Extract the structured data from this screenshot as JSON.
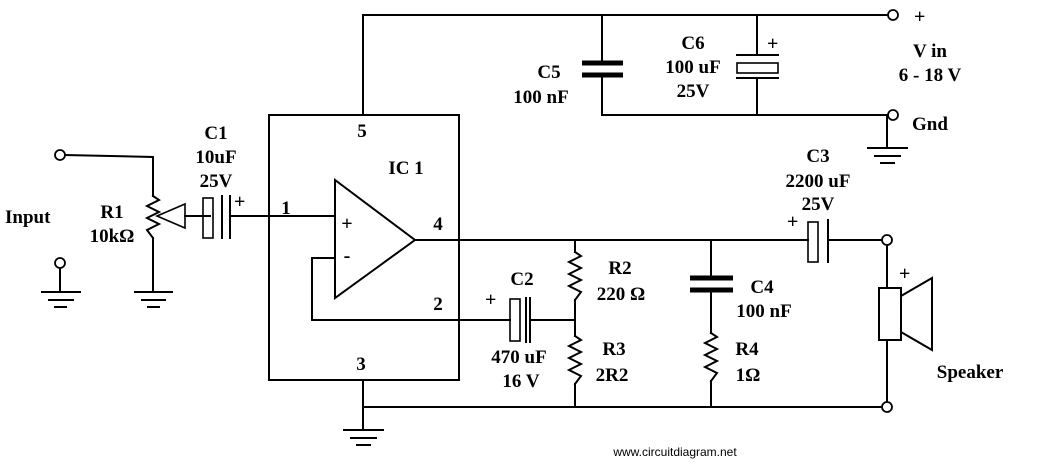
{
  "power": {
    "plus": "+",
    "vin": "V in",
    "range": "6 - 18 V",
    "gnd": "Gnd"
  },
  "components": {
    "c1": {
      "name": "C1",
      "value": "10uF",
      "voltage": "25V",
      "polarity": "+"
    },
    "r1": {
      "name": "R1",
      "value": "10kΩ"
    },
    "ic1": {
      "name": "IC 1",
      "pin1": "1",
      "pin2": "2",
      "pin3": "3",
      "pin4": "4",
      "pin5": "5",
      "plus": "+",
      "minus": "-"
    },
    "c2": {
      "name": "C2",
      "value": "470 uF",
      "voltage": "16 V",
      "polarity": "+"
    },
    "r2": {
      "name": "R2",
      "value": "220 Ω"
    },
    "r3": {
      "name": "R3",
      "value": "2R2"
    },
    "c3": {
      "name": "C3",
      "value": "2200 uF",
      "voltage": "25V",
      "polarity": "+"
    },
    "c4": {
      "name": "C4",
      "value": "100 nF"
    },
    "r4": {
      "name": "R4",
      "value": "1Ω"
    },
    "c5": {
      "name": "C5",
      "value": "100 nF"
    },
    "c6": {
      "name": "C6",
      "value": "100 uF",
      "voltage": "25V",
      "polarity": "+"
    },
    "speaker": {
      "name": "Speaker",
      "polarity": "+"
    }
  },
  "labels": {
    "input": "Input",
    "watermark": "www.circuitdiagram.net"
  }
}
